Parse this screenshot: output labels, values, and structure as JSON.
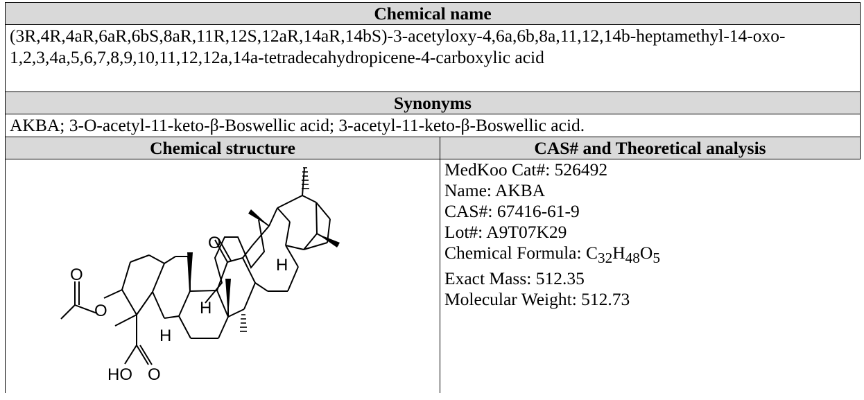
{
  "headers": {
    "chemical_name": "Chemical name",
    "synonyms": "Synonyms",
    "chemical_structure": "Chemical structure",
    "cas_analysis": "CAS# and Theoretical analysis"
  },
  "chemical_name_text": "(3R,4R,4aR,6aR,6bS,8aR,11R,12S,12aR,14aR,14bS)-3-acetyloxy-4,6a,6b,8a,11,12,14b-heptamethyl-14-oxo-1,2,3,4a,5,6,7,8,9,10,11,12,12a,14a-tetradecahydropicene-4-carboxylic acid",
  "synonyms_text": "AKBA; 3-O-acetyl-11-keto-β-Boswellic acid; 3-acetyl-11-keto-β-Boswellic acid.",
  "analysis": {
    "cat": "MedKoo Cat#: 526492",
    "name": "Name: AKBA",
    "cas": "CAS#: 67416-61-9",
    "lot": "Lot#: A9T07K29",
    "formula_label": "Chemical Formula: ",
    "formula_c": "C",
    "formula_c_n": "32",
    "formula_h": "H",
    "formula_h_n": "48",
    "formula_o": "O",
    "formula_o_n": "5",
    "exact_mass": "Exact Mass: 512.35",
    "mol_weight": "Molecular Weight: 512.73"
  },
  "structure_labels": {
    "keto_o": "O",
    "acetyl_o": "O",
    "ester_o": "O",
    "acid_o": "O",
    "acid_ho": "HO",
    "h1": "H",
    "h2": "H",
    "h3": "H"
  }
}
